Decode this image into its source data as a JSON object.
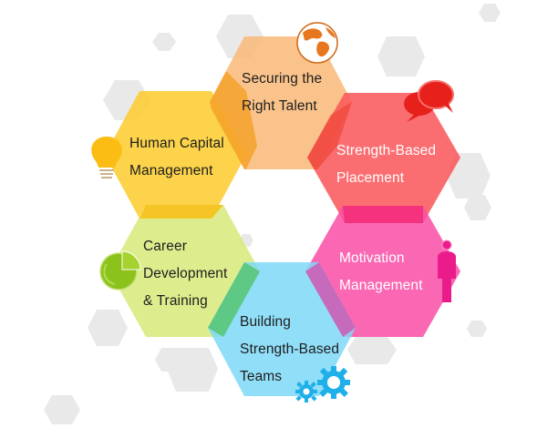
{
  "diagram": {
    "type": "hexagon-ring",
    "background": "#ffffff",
    "background_hex_color": "#e6e6e6",
    "nodes": [
      {
        "id": "securing",
        "lines": [
          "Securing the",
          "Right Talent"
        ],
        "color": "#f9b978",
        "text_color": "#1e1e1e",
        "icon": "globe-icon",
        "icon_color": "#e8761e"
      },
      {
        "id": "human-capital",
        "lines": [
          "Human Capital",
          "Management"
        ],
        "color": "#fbcc2c",
        "text_color": "#1e1e1e",
        "icon": "lightbulb-icon",
        "icon_color": "#fbbd14"
      },
      {
        "id": "strength-placement",
        "lines": [
          "Strength-Based",
          "Placement"
        ],
        "color": "#f9565a",
        "text_color": "#ffffff",
        "icon": "speech-bubbles-icon",
        "icon_color": "#e8201c"
      },
      {
        "id": "career",
        "lines": [
          "Career",
          "Development",
          "& Training"
        ],
        "color": "#d7e97a",
        "text_color": "#1e1e1e",
        "icon": "pie-chart-icon",
        "icon_color": "#8cc21c"
      },
      {
        "id": "motivation",
        "lines": [
          "Motivation",
          "Management"
        ],
        "color": "#f94fa8",
        "text_color": "#ffffff",
        "icon": "person-icon",
        "icon_color": "#ea1c8c"
      },
      {
        "id": "teams",
        "lines": [
          "Building",
          "Strength-Based",
          "Teams"
        ],
        "color": "#7fd8f7",
        "text_color": "#1e1e1e",
        "icon": "gears-icon",
        "icon_color": "#1fb0ea"
      }
    ]
  }
}
